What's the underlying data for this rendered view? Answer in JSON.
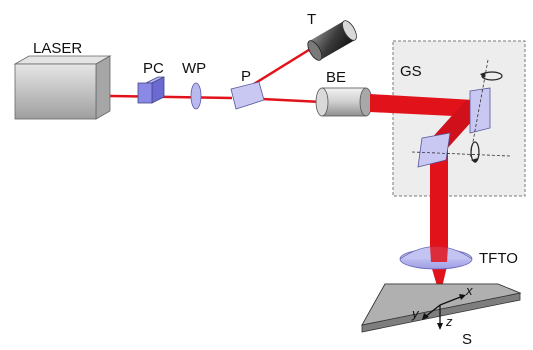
{
  "labels": {
    "laser": "LASER",
    "pc": "PC",
    "wp": "WP",
    "p": "P",
    "t": "T",
    "be": "BE",
    "gs": "GS",
    "tfto": "TFTO",
    "s": "S"
  },
  "axes": {
    "x": "x",
    "y": "y",
    "z": "z"
  },
  "colors": {
    "beam": "#e2121b",
    "beam_dark": "#c40c14",
    "mirror": "#c9c8f2",
    "cube": "#8a8ae6",
    "lens": "#b9b9ef",
    "scanner_box": "#ededed",
    "laser_body": "#bdbdbd",
    "stage": "#9a9a9a",
    "stage_top": "#bcbcbc"
  },
  "icons": [
    "rotation-arrow-icon",
    "rotation-arrow-icon"
  ]
}
